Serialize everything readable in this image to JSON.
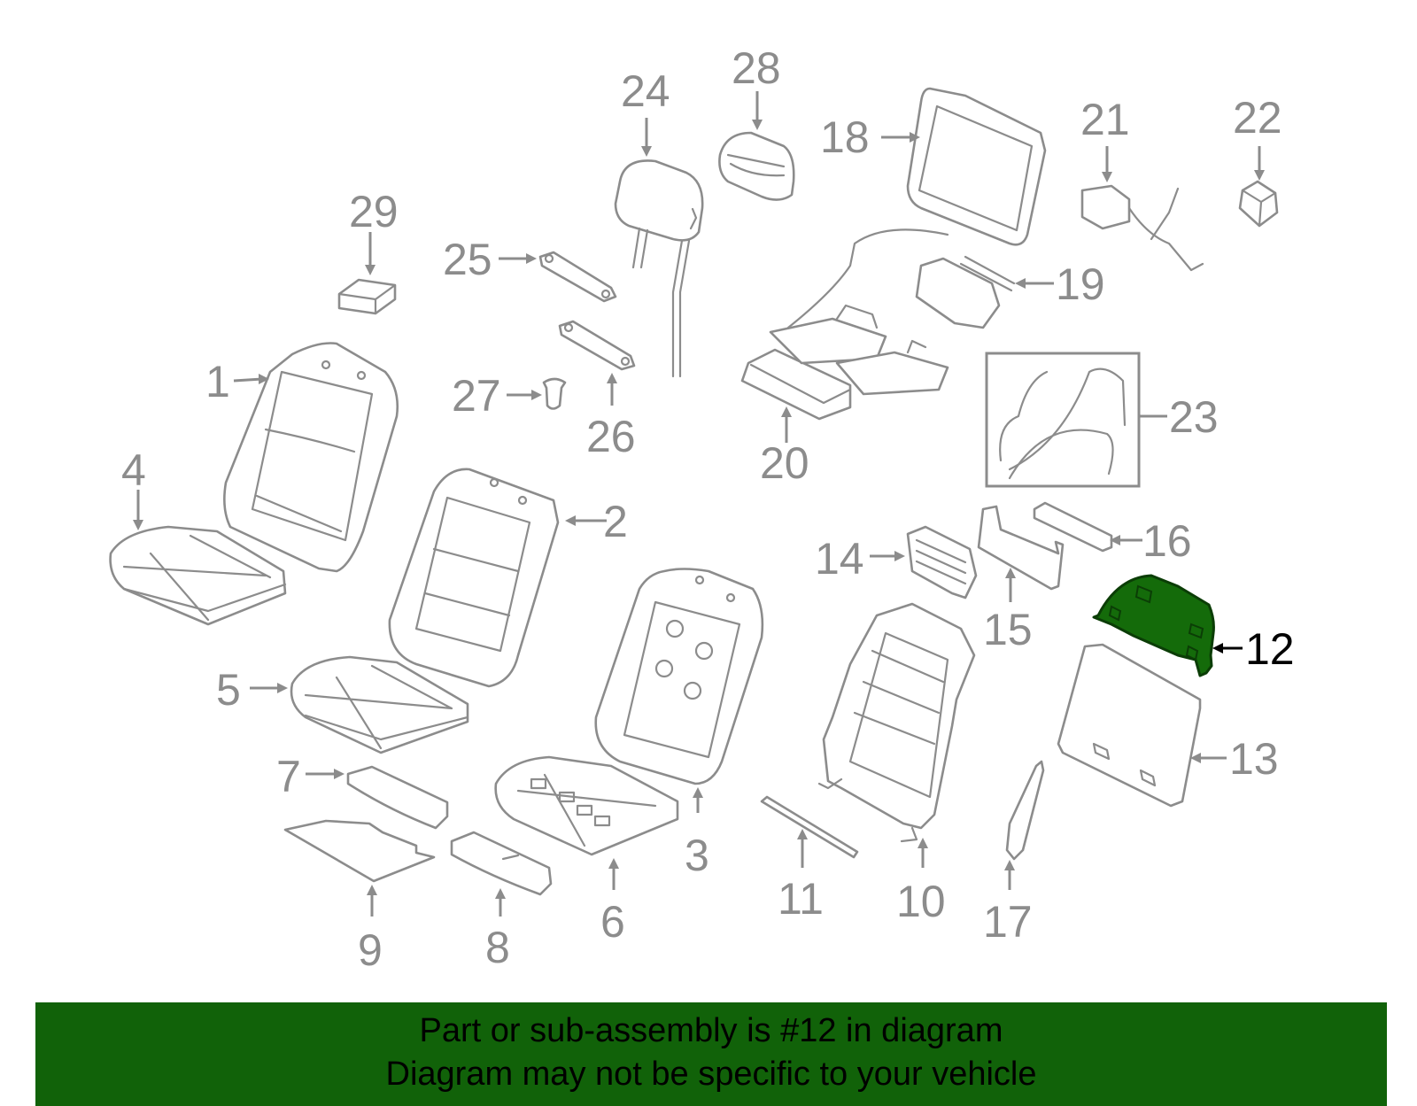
{
  "callouts": {
    "c1": "1",
    "c2": "2",
    "c3": "3",
    "c4": "4",
    "c5": "5",
    "c6": "6",
    "c7": "7",
    "c8": "8",
    "c9": "9",
    "c10": "10",
    "c11": "11",
    "c12": "12",
    "c13": "13",
    "c14": "14",
    "c15": "15",
    "c16": "16",
    "c17": "17",
    "c18": "18",
    "c19": "19",
    "c20": "20",
    "c21": "21",
    "c22": "22",
    "c23": "23",
    "c24": "24",
    "c25": "25",
    "c26": "26",
    "c27": "27",
    "c28": "28",
    "c29": "29"
  },
  "highlight": {
    "part": "12",
    "color": "#146b0a"
  },
  "colors": {
    "line": "#8c8c8c",
    "banner": "#116209",
    "text": "#000000"
  },
  "banner": {
    "line1": "Part or sub-assembly is #12 in diagram",
    "line2": "Diagram may not be specific to your vehicle"
  }
}
